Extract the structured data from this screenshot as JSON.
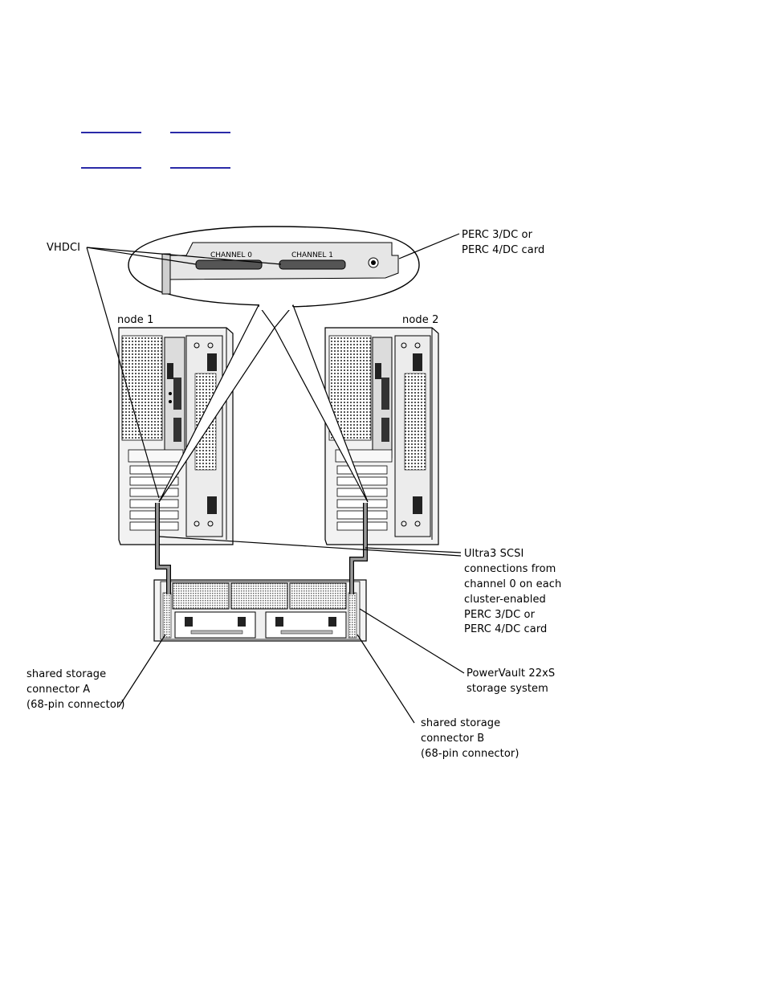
{
  "nav": {
    "links": [
      {
        "text": ""
      },
      {
        "text": ""
      },
      {
        "text": ""
      },
      {
        "text": ""
      }
    ]
  },
  "diagram": {
    "card_channel0": "CHANNEL 0",
    "card_channel1": "CHANNEL 1",
    "labels": {
      "vhdci": "VHDCI",
      "perc_card_line1": "PERC 3/DC or",
      "perc_card_line2": "PERC 4/DC card",
      "node1": "node 1",
      "node2": "node 2",
      "ultra3_line1": "Ultra3 SCSI",
      "ultra3_line2": "connections from",
      "ultra3_line3": "channel 0 on each",
      "ultra3_line4": "cluster-enabled",
      "ultra3_line5": "PERC 3/DC or",
      "ultra3_line6": "PERC 4/DC card",
      "powervault_line1": "PowerVault 22xS",
      "powervault_line2": "storage system",
      "connA_line1": "shared storage",
      "connA_line2": "connector A",
      "connA_line3": "(68-pin connector)",
      "connB_line1": "shared storage",
      "connB_line2": "connector B",
      "connB_line3": "(68-pin connector)"
    }
  }
}
